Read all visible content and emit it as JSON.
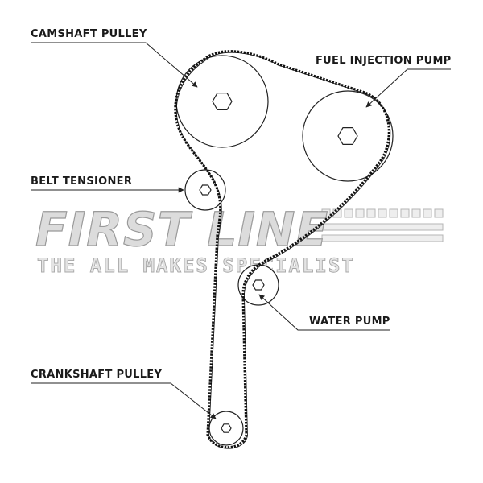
{
  "labels": {
    "camshaft_pulley": "CAMSHAFT PULLEY",
    "fuel_injection_pump": "FUEL INJECTION PUMP",
    "belt_tensioner": "BELT TENSIONER",
    "water_pump": "WATER PUMP",
    "crankshaft_pulley": "CRANKSHAFT PULLEY"
  },
  "watermark": {
    "line1": "FIRST LINE",
    "line2": "THE ALL MAKES SPECIALIST"
  },
  "colors": {
    "line": "#222222",
    "belt": "#111111",
    "watermark_fill": "#dcdcdc",
    "watermark_stroke": "#9a9a9a"
  }
}
